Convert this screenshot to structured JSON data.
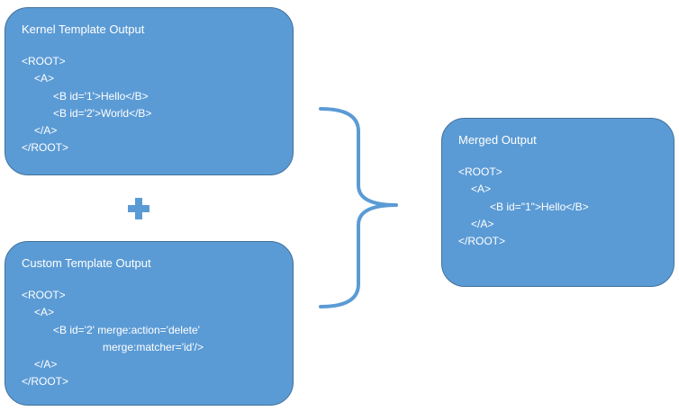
{
  "kernel": {
    "title": "Kernel Template Output",
    "lines": [
      "<ROOT>",
      "<A>",
      "<B id='1'>Hello</B>",
      "<B id='2'>World</B>",
      "</A>",
      "</ROOT>"
    ]
  },
  "custom": {
    "title": "Custom Template Output",
    "lines": [
      "<ROOT>",
      "<A>",
      "<B id='2' merge:action='delete'",
      "merge:matcher='id'/>",
      "</A>",
      "</ROOT>"
    ]
  },
  "merged": {
    "title": "Merged Output",
    "lines": [
      "<ROOT>",
      "<A>",
      "<B id=\"1\">Hello</B>",
      "</A>",
      "</ROOT>"
    ]
  },
  "icons": {
    "plus": "plus-icon",
    "brace": "right-curly-brace-icon"
  },
  "colors": {
    "box_fill": "#5b9bd5",
    "box_border": "#41719c",
    "text": "#ffffff",
    "connector": "#5b9bd5"
  }
}
